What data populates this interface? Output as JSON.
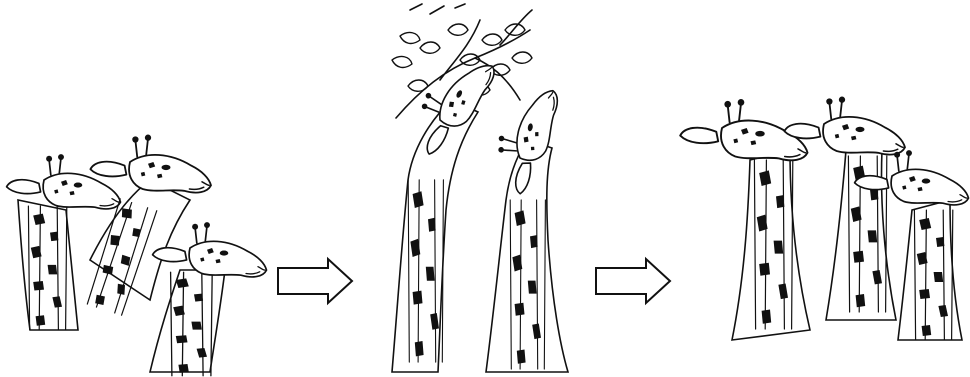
{
  "figure": {
    "panels": [
      {
        "stage": "group-of-three-giraffes-before"
      },
      {
        "stage": "two-giraffes-stretching-to-reach-leaves"
      },
      {
        "stage": "group-of-three-long-necked-giraffes-after"
      }
    ],
    "arrows": [
      {
        "from": 1,
        "to": 2
      },
      {
        "from": 2,
        "to": 3
      }
    ]
  }
}
